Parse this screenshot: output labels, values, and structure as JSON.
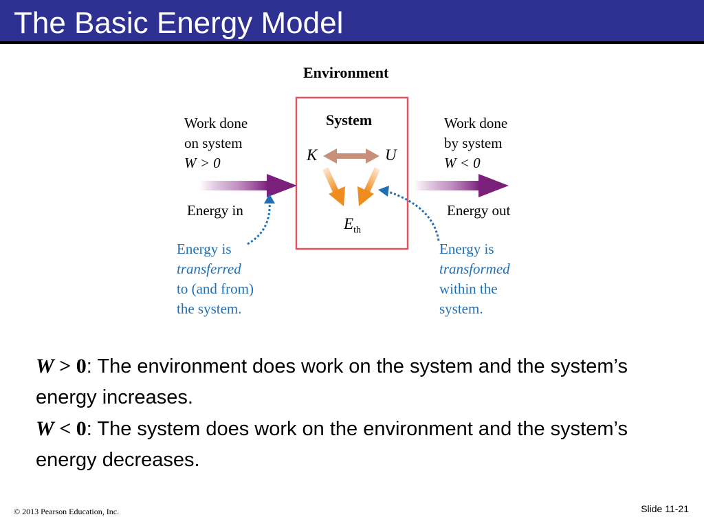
{
  "header": {
    "title": "The Basic Energy Model"
  },
  "diagram": {
    "environment_label": "Environment",
    "system_label": "System",
    "kinetic_symbol": "K",
    "potential_symbol": "U",
    "thermal_symbol": "E",
    "thermal_subscript": "th",
    "work_in": {
      "line1": "Work done",
      "line2": "on system",
      "condition": "W > 0",
      "energy_label": "Energy in"
    },
    "work_out": {
      "line1": "Work done",
      "line2": "by system",
      "condition": "W < 0",
      "energy_label": "Energy out"
    },
    "transfer_note": {
      "line1": "Energy is",
      "line2": "transferred",
      "line3": "to (and from)",
      "line4": "the system."
    },
    "transform_note": {
      "line1": "Energy is",
      "line2": "transformed",
      "line3": "within the",
      "line4": "system."
    },
    "colors": {
      "frame": "#e0525e",
      "work_arrow": "#7a1f7a",
      "transform_arrow": "#f08c1e",
      "ku_arrow": "#c8907a",
      "note": "#1e6fb4"
    }
  },
  "body": {
    "line1_math": "W > 0",
    "line1_text": ": The environment does work on the system and the system’s energy increases.",
    "line2_math": "W < 0",
    "line2_text": ": The system does work on the environment and the system’s energy decreases."
  },
  "footer": {
    "copyright": "© 2013 Pearson Education, Inc.",
    "slide_number": "Slide 11-21"
  }
}
